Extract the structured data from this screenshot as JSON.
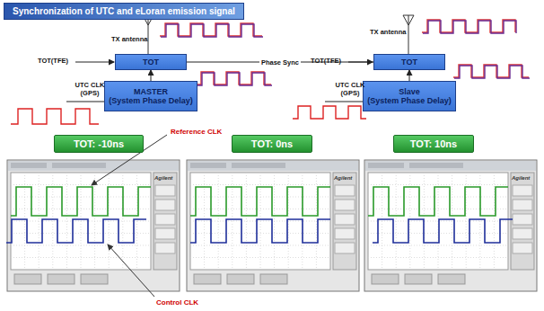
{
  "diagram": {
    "title": "Synchronization of UTC and eLoran emission signal",
    "nodes": [
      {
        "text": [
          "TOT"
        ]
      },
      {
        "text": [
          "MASTER",
          "(System Phase Delay)"
        ]
      },
      {
        "text": [
          "TOT"
        ]
      },
      {
        "text": [
          "Slave",
          "(System Phase Delay)"
        ]
      },
      {
        "text": [
          "TOT: -10ns"
        ]
      },
      {
        "text": [
          "TOT: 0ns"
        ]
      },
      {
        "text": [
          "TOT: 10ns"
        ]
      }
    ],
    "edges": [
      {
        "from": 1,
        "to": 0,
        "arrow": "to"
      },
      {
        "from": 3,
        "to": 2,
        "arrow": "to"
      },
      {
        "from": 0,
        "to": 2,
        "label": "Phase Sync",
        "arrow": "none"
      }
    ],
    "labels": [
      "TX antenna",
      "TX antenna",
      "TOT(TFE)",
      "UTC CLK (GPS)",
      "TOT(TFE)",
      "UTC CLK (GPS)",
      "Reference CLK",
      "Control CLK",
      "Agilent",
      "Agilent",
      "Agilent"
    ]
  }
}
